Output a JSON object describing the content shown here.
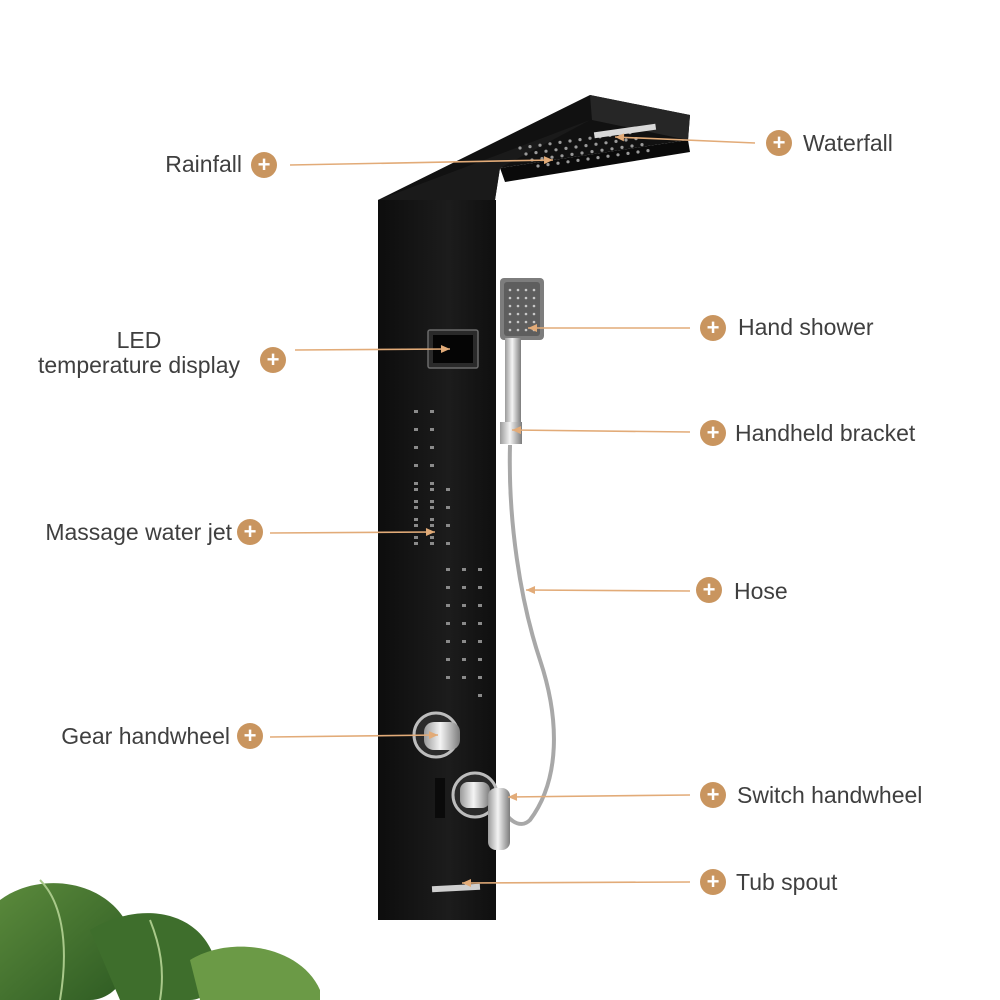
{
  "accent_color": "#c9955f",
  "line_color": "#e2ab78",
  "panel_color": "#151515",
  "badge_symbol": "+",
  "labels": {
    "rainfall": "Rainfall",
    "waterfall": "Waterfall",
    "led_line1": "LED",
    "led_line2": "temperature display",
    "hand_shower": "Hand shower",
    "handheld_bracket": "Handheld bracket",
    "massage_water_jet": "Massage water jet",
    "hose": "Hose",
    "gear_handwheel": "Gear handwheel",
    "switch_handwheel": "Switch handwheel",
    "tub_spout": "Tub spout"
  }
}
